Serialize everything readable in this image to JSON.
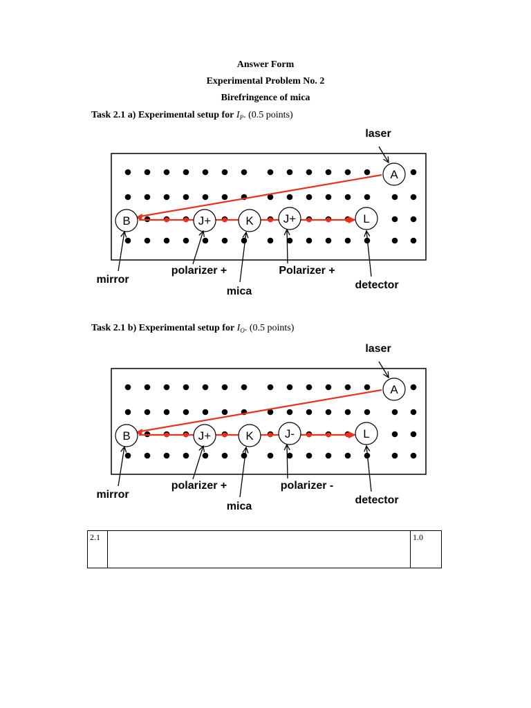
{
  "header": {
    "line1": "Answer Form",
    "line2": "Experimental Problem No. 2",
    "line3": "Birefringence of mica"
  },
  "task_a": {
    "title": "Task 2.1 a) Experimental setup for",
    "symbol": "I",
    "subscript": "P",
    "points": "(0.5 points)"
  },
  "task_b": {
    "title": "Task 2.1 b) Experimental setup for",
    "symbol": "I",
    "subscript": "O",
    "points": "(0.5 points)"
  },
  "diagram_a": {
    "nodes": {
      "a": "A",
      "b": "B",
      "j1": "J+",
      "k": "K",
      "j2": "J+",
      "l": "L"
    },
    "labels": {
      "laser": "laser",
      "mirror": "mirror",
      "polarizer1": "polarizer +",
      "mica": "mica",
      "polarizer2": "Polarizer +",
      "detector": "detector"
    }
  },
  "diagram_b": {
    "nodes": {
      "a": "A",
      "b": "B",
      "j1": "J+",
      "k": "K",
      "j2": "J-",
      "l": "L"
    },
    "labels": {
      "laser": "laser",
      "mirror": "mirror",
      "polarizer1": "polarizer +",
      "mica": "mica",
      "polarizer2": "polarizer -",
      "detector": "detector"
    }
  },
  "score_table": {
    "row": {
      "number": "2.1",
      "content": "",
      "points": "1.0"
    }
  },
  "colors": {
    "beam": "#e8321e",
    "ink": "#000000"
  }
}
